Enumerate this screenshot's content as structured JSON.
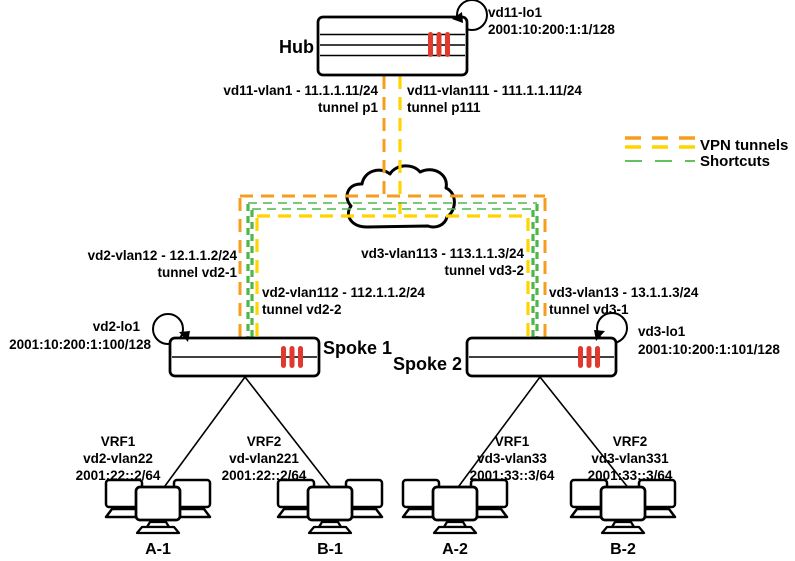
{
  "title": "DMVPN hub and spoke topology",
  "colors": {
    "vpn_orange": "#F59E1E",
    "vpn_yellow": "#FFD400",
    "shortcut_green": "#4DB848",
    "router_accent_red": "#E0392E",
    "line_black": "#000000"
  },
  "legend": {
    "vpn_label": "VPN tunnels",
    "shortcut_label": "Shortcuts"
  },
  "hub": {
    "name": "Hub",
    "loopback": {
      "name": "vd11-lo1",
      "address": "2001:10:200:1:1/128"
    },
    "interfaces": [
      {
        "line1": "vd11-vlan1 - 11.1.1.11/24",
        "line2": "tunnel p1"
      },
      {
        "line1": "vd11-vlan111 - 111.1.1.11/24",
        "line2": "tunnel p111"
      }
    ]
  },
  "spoke1": {
    "name": "Spoke 1",
    "loopback": {
      "name": "vd2-lo1",
      "address": "2001:10:200:1:100/128"
    },
    "interfaces": [
      {
        "line1": "vd2-vlan12 - 12.1.1.2/24",
        "line2": "tunnel vd2-1"
      },
      {
        "line1": "vd2-vlan112 - 112.1.1.2/24",
        "line2": "tunnel vd2-2"
      }
    ]
  },
  "spoke2": {
    "name": "Spoke 2",
    "loopback": {
      "name": "vd3-lo1",
      "address": "2001:10:200:1:101/128"
    },
    "interfaces": [
      {
        "line1": "vd3-vlan113 - 113.1.1.3/24",
        "line2": "tunnel vd3-2"
      },
      {
        "line1": "vd3-vlan13 - 13.1.1.3/24",
        "line2": "tunnel vd3-1"
      }
    ]
  },
  "lans": [
    {
      "vrf": "VRF1",
      "vlan": "vd2-vlan22",
      "address": "2001:22::2/64",
      "host": "A-1"
    },
    {
      "vrf": "VRF2",
      "vlan": "vd-vlan221",
      "address": "2001:22::2/64",
      "host": "B-1"
    },
    {
      "vrf": "VRF1",
      "vlan": "vd3-vlan33",
      "address": "2001:33::3/64",
      "host": "A-2"
    },
    {
      "vrf": "VRF2",
      "vlan": "vd3-vlan331",
      "address": "2001:33::3/64",
      "host": "B-2"
    }
  ]
}
